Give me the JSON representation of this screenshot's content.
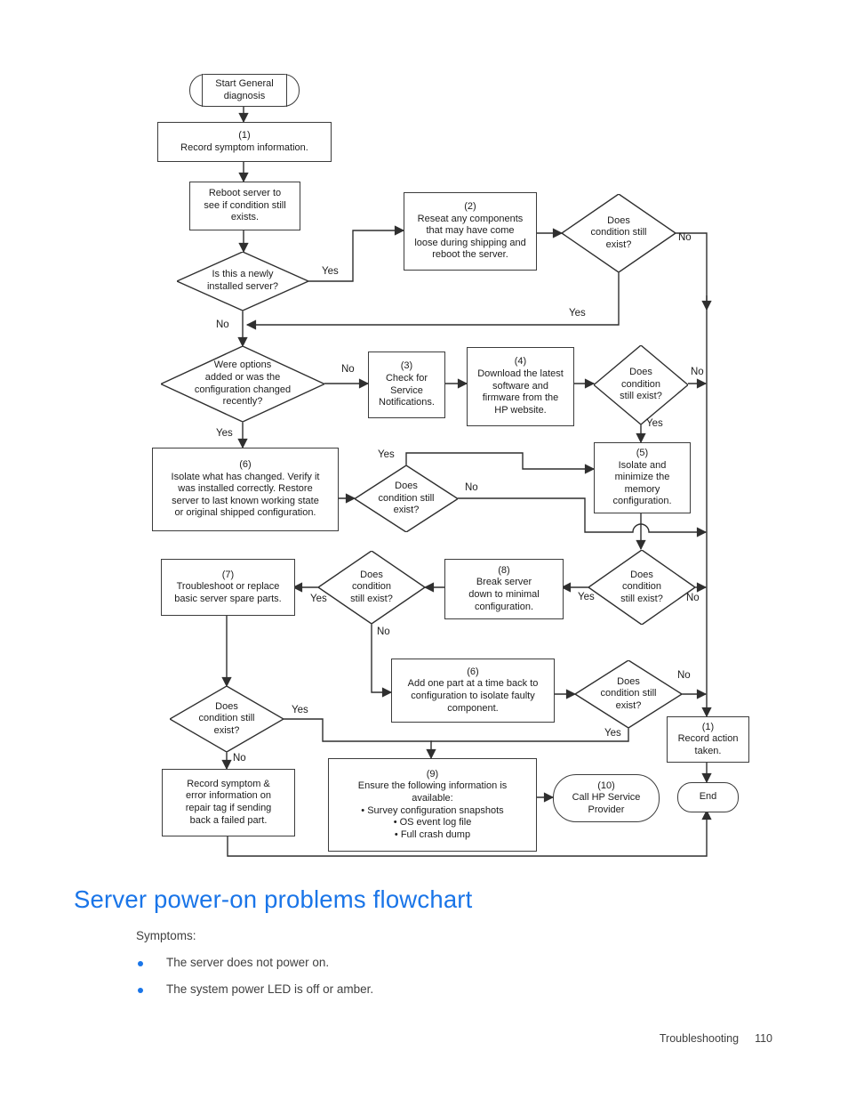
{
  "page": {
    "heading": "Server power-on problems flowchart",
    "symptoms_label": "Symptoms:",
    "symptom_bullets": [
      "The server does not power on.",
      "The system power LED is off or amber."
    ],
    "footer_section": "Troubleshooting",
    "footer_page": "110",
    "colors": {
      "heading_blue": "#1a75e8",
      "bullet_blue": "#1a75e8",
      "line_dark": "#2f2f2f"
    }
  },
  "flowchart": {
    "nodes": {
      "start": "Start General\ndiagnosis",
      "record_symptom_info": "(1)\nRecord symptom information.",
      "reboot_server": "Reboot server to\nsee if condition still\nexists.",
      "reseat_components": "(2)\nReseat any components\nthat may have come\nloose during shipping and\nreboot the server.",
      "cond_exist_top": "Does\ncondition still\nexist?",
      "newly_installed": "Is this a newly\ninstalled server?",
      "options_added": "Were options\nadded or was the\nconfiguration changed\nrecently?",
      "check_service_notifications": "(3)\nCheck for\nService\nNotifications.",
      "download_latest": "(4)\nDownload the latest\nsoftware and\nfirmware from the\nHP website.",
      "cond_exist_after_download": "Does\ncondition\nstill exist?",
      "isolate_memory": "(5)\nIsolate and\nminimize the\nmemory\nconfiguration.",
      "isolate_changed": "(6)\nIsolate what has changed. Verify it\nwas installed correctly.  Restore\nserver to last known working state\nor original shipped configuration.",
      "cond_exist_after_isolate": "Does\ncondition still\nexist?",
      "troubleshoot_spares": "(7)\nTroubleshoot or replace\nbasic server spare parts.",
      "cond_exist_after_break": "Does\ncondition\nstill exist?",
      "break_server_down": "(8)\nBreak server\ndown to minimal\nconfiguration.",
      "cond_exist_after_memory": "Does\ncondition\nstill exist?",
      "add_one_part": "(6)\nAdd one part at a time back to\nconfiguration to isolate faulty\ncomponent.",
      "cond_exist_after_add": "Does\ncondition still\nexist?",
      "record_action": "(1)\nRecord action\ntaken.",
      "cond_exist_after_spares": "Does\ncondition still\nexist?",
      "record_symptom_repair": "Record symptom &\nerror information on\nrepair tag if sending\nback a failed part.",
      "ensure_info": "(9)\nEnsure the following information is\navailable:\n• Survey configuration snapshots\n• OS event log file\n• Full crash dump",
      "call_hp": "(10)\nCall HP Service\nProvider",
      "end": "End"
    },
    "edge_labels": {
      "newly_installed_yes": "Yes",
      "newly_installed_no": "No",
      "top_cond_no": "No",
      "top_cond_yes": "Yes",
      "options_no": "No",
      "options_yes": "Yes",
      "download_cond_no": "No",
      "download_cond_yes": "Yes",
      "isolate_cond_yes": "Yes",
      "isolate_cond_no": "No",
      "break_cond_yes": "Yes",
      "break_cond_no": "No",
      "memory_cond_yes": "Yes",
      "memory_cond_no": "No",
      "add_cond_no": "No",
      "add_cond_yes": "Yes",
      "spares_cond_yes": "Yes",
      "spares_cond_no": "No"
    }
  }
}
